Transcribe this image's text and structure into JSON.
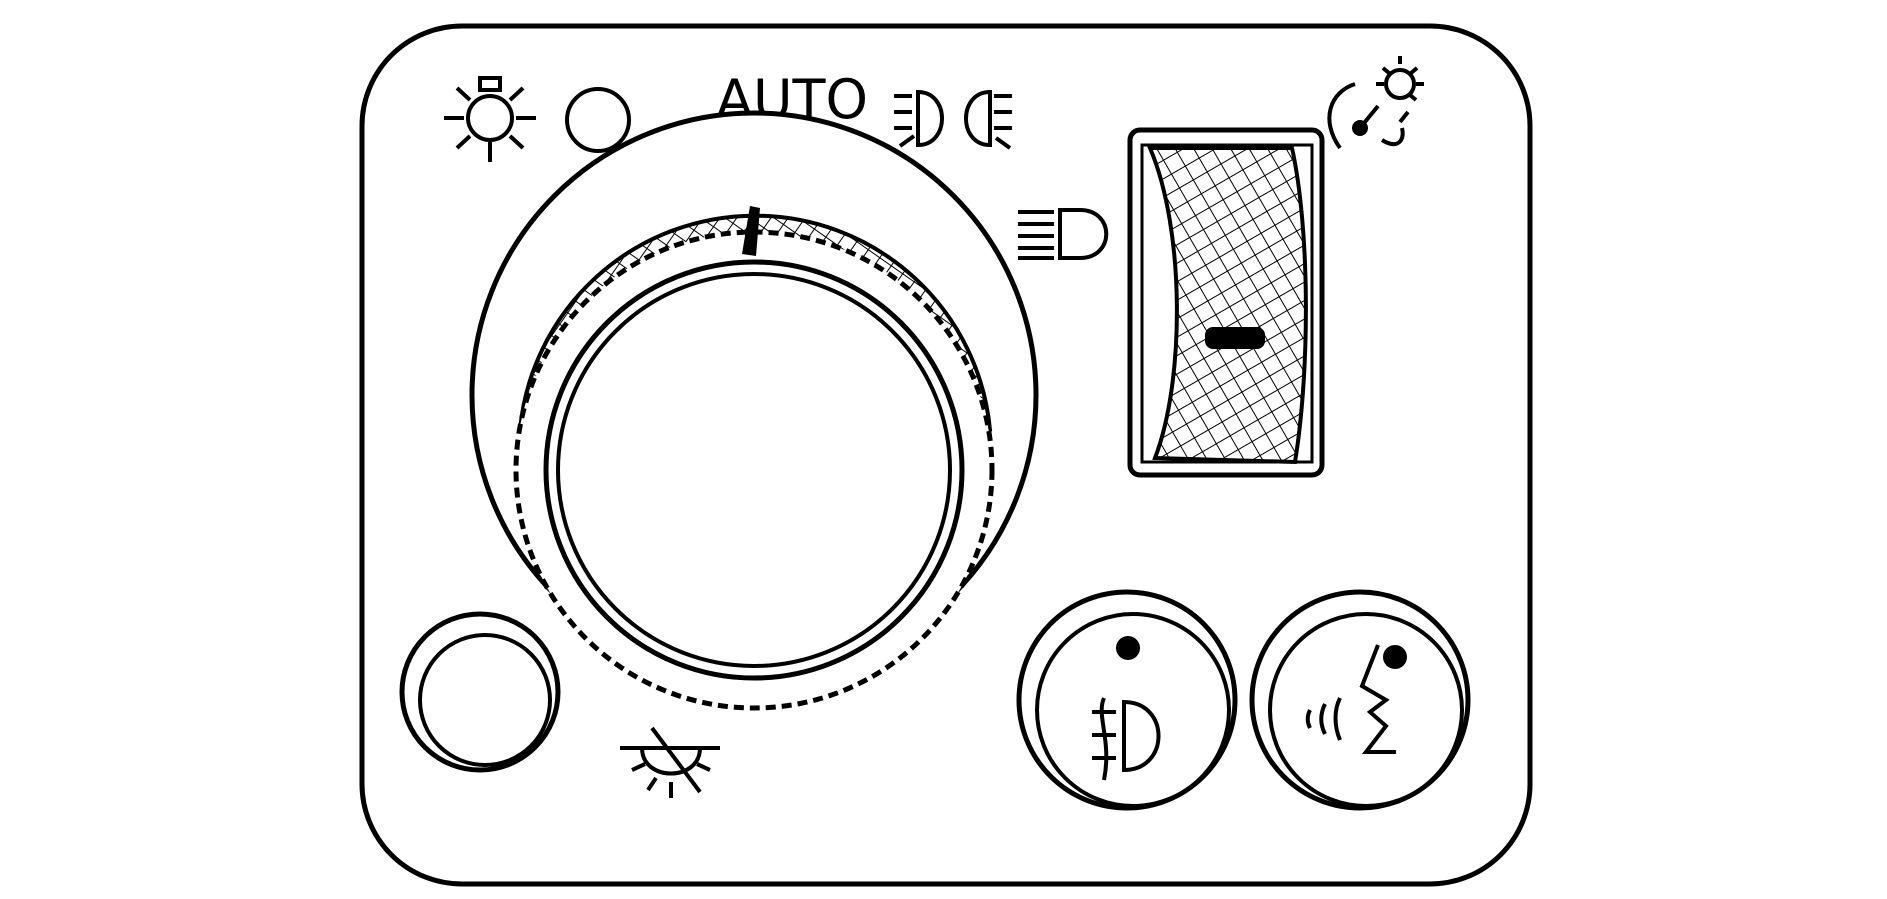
{
  "panel": {
    "auto_label": "AUTO"
  },
  "colors": {
    "line": "#000000",
    "background": "#ffffff"
  },
  "icons": [
    "parking-lamp-icon",
    "off-position-icon",
    "low-beam-headlamp-icon",
    "high-beam-headlamp-icon",
    "panel-brightness-icon",
    "dome-lamp-override-icon",
    "fog-lamp-icon",
    "voice-command-icon"
  ],
  "controls": {
    "headlamp_knob": "headlamp-control-knob",
    "dimmer_thumbwheel": "instrument-panel-dimmer-thumbwheel",
    "fog_lamp_button": "fog-lamp-button",
    "voice_button": "voice-recognition-button",
    "dome_override_button": "dome-lamp-override-button"
  }
}
